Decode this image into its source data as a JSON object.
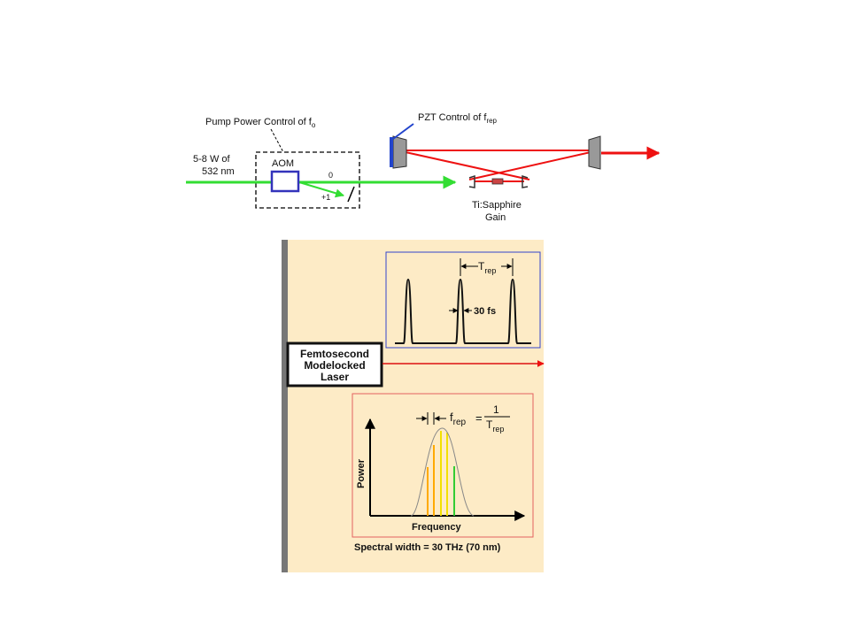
{
  "top_diagram": {
    "pump_power_label": "Pump Power Control of f",
    "pump_power_sub": "o",
    "pump_source_line1": "5-8 W of",
    "pump_source_line2": "532 nm",
    "aom_label": "AOM",
    "order_zero": "0",
    "order_plus_one": "+1",
    "pzt_label": "PZT Control of f",
    "pzt_sub": "rep",
    "gain_line1": "Ti:Sapphire",
    "gain_line2": "Gain"
  },
  "bottom_diagram": {
    "laser_line1": "Femtosecond",
    "laser_line2": "Modelocked",
    "laser_line3": "Laser",
    "t_rep_label": "T",
    "t_rep_sub": "rep",
    "pulse_width_label": "30  fs",
    "frep_label": "f",
    "frep_sub": "rep",
    "frep_equals": "=",
    "frep_numerator": "1",
    "frep_denominator": "T",
    "frep_denominator_sub": "rep",
    "power_axis_label": "Power",
    "frequency_axis_label": "Frequency",
    "spectral_width_label": "Spectral width  =  30  THz  (70  nm)"
  },
  "colors": {
    "pump_beam": "#33dd33",
    "cavity_beam": "#ee1111",
    "aom_box": "#3333bb",
    "pzt_pointer": "#2244cc",
    "panel_background": "#fdebc6",
    "panel_sidebar": "#777777",
    "time_inset_border": "#3344cc",
    "freq_inset_border": "#e46060",
    "comb_orange": "#ffaa00",
    "comb_yellow": "#f3e000",
    "comb_green": "#33cc33"
  }
}
